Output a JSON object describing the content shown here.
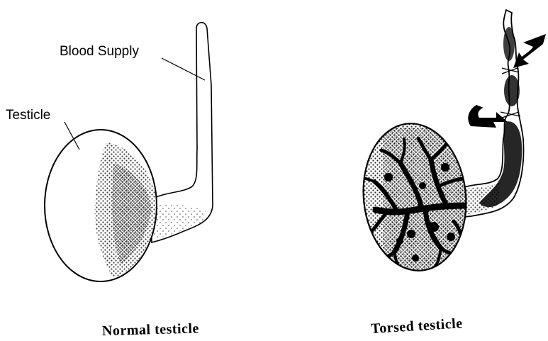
{
  "labels": {
    "blood_supply": "Blood Supply",
    "testicle": "Testicle",
    "normal_caption": "Normal testicle",
    "torsed_caption": "Torsed testicle"
  },
  "colors": {
    "ink": "#000000",
    "background": "#ffffff"
  }
}
